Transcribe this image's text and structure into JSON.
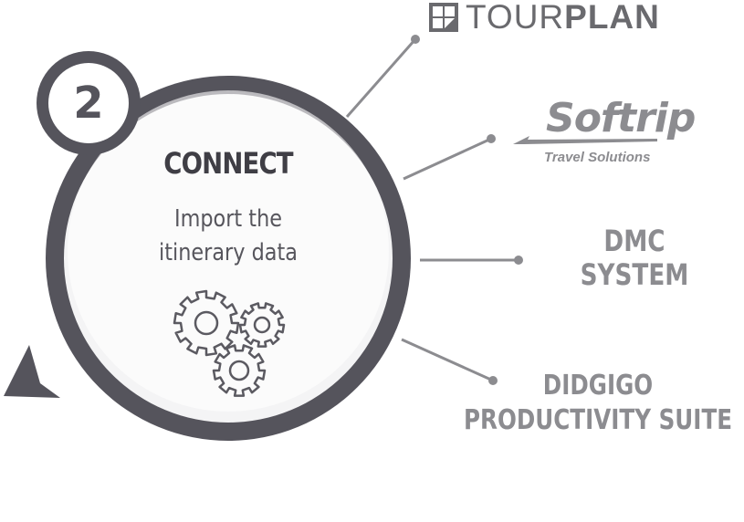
{
  "step": {
    "number": "2",
    "title": "CONNECT",
    "description_lines": [
      "Import the",
      "itinerary data"
    ]
  },
  "integrations": {
    "tourplan": {
      "name_light": "TOUR",
      "name_bold": "PLAN"
    },
    "softrip": {
      "name": "Softrip",
      "tagline": "Travel Solutions"
    },
    "dmc": {
      "lines": [
        "DMC",
        "SYSTEM"
      ]
    },
    "didgigo": {
      "lines": [
        "DIDGIGO",
        "PRODUCTIVITY SUITE"
      ]
    }
  },
  "icons": [
    "gears-icon",
    "pointer-arrow-icon",
    "tourplan-logo-mark-icon",
    "softrip-swoosh-icon"
  ],
  "colors": {
    "ring": "#55545c",
    "connector": "#8c8c90",
    "logo_gray": "#8c8c90",
    "title": "#3f3e45"
  }
}
